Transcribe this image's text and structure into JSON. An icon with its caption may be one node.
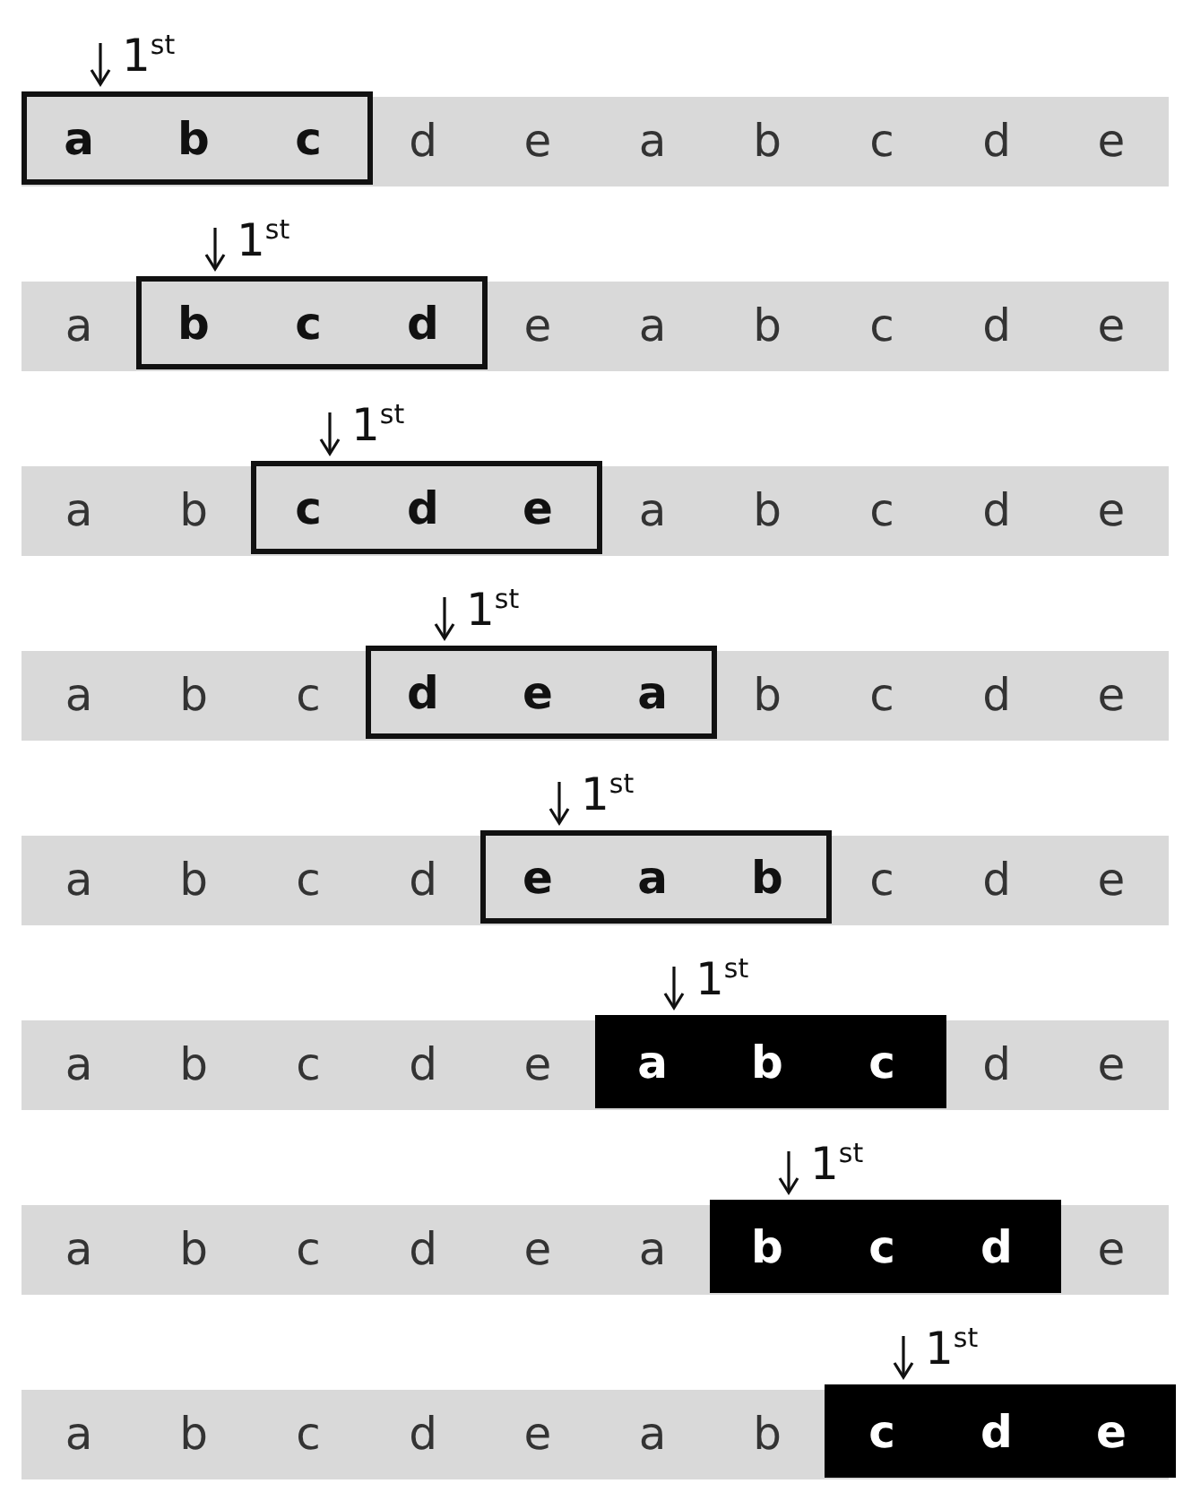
{
  "diagram": {
    "nodes": [
      {
        "text": [
          "d",
          "e",
          "a",
          "b",
          "c",
          "d",
          "e"
        ]
      },
      {
        "text": [
          "a",
          "b",
          "c"
        ],
        "in": 0,
        "beside": [
          "1$^{st}$"
        ]
      },
      {
        "text": [
          "a",
          "e",
          "a",
          "b",
          "c",
          "d",
          "e"
        ]
      },
      {
        "text": [
          "b",
          "c",
          "d"
        ],
        "in": 2,
        "beside": [
          "1$^{st}$"
        ]
      },
      {
        "text": [
          "a",
          "b",
          "a",
          "b",
          "c",
          "d",
          "e"
        ]
      },
      {
        "text": [
          "c",
          "d",
          "e"
        ],
        "in": 4,
        "beside": [
          "1$^{st}$"
        ]
      },
      {
        "text": [
          "a",
          "b",
          "c",
          "b",
          "c",
          "d",
          "e"
        ]
      },
      {
        "text": [
          "d",
          "e",
          "a"
        ],
        "in": 6,
        "beside": [
          "1$^{st}$"
        ]
      },
      {
        "text": [
          "a",
          "b",
          "c",
          "d",
          "c",
          "d",
          "e"
        ]
      },
      {
        "text": [
          "e",
          "a",
          "b"
        ],
        "in": 8,
        "beside": [
          "1$^{st}$"
        ]
      },
      {
        "text": [
          "a",
          "b",
          "c",
          "d",
          "e",
          "d",
          "e"
        ]
      },
      {
        "text": [
          "a",
          "b",
          "c"
        ],
        "in": 10,
        "beside": [
          "1$^{st}$"
        ]
      },
      {
        "text": [
          "a",
          "b",
          "c",
          "d",
          "e",
          "a",
          "e"
        ]
      },
      {
        "text": [
          "b",
          "c",
          "d"
        ],
        "in": 12,
        "beside": [
          "1$^{st}$"
        ]
      },
      {
        "text": [
          "a",
          "b",
          "c",
          "d",
          "e",
          "a",
          "b"
        ]
      },
      {
        "text": [
          "c",
          "d",
          "e"
        ],
        "in": 14,
        "beside": [
          "1$^{st}$"
        ]
      }
    ]
  }
}
